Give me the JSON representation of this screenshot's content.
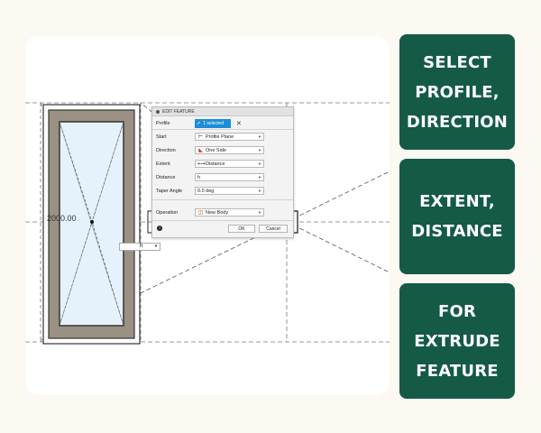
{
  "dialog": {
    "title": "EDIT FEATURE",
    "rows": [
      {
        "label": "Profile",
        "value": "1 selected",
        "icon": "cursor-icon"
      },
      {
        "label": "Start",
        "value": "Profile Plane",
        "icon": "start-plane-icon"
      },
      {
        "label": "Direction",
        "value": "One Side",
        "icon": "one-side-icon"
      },
      {
        "label": "Extent",
        "value": "Distance",
        "icon": "distance-icon"
      },
      {
        "label": "Distance",
        "value": "h"
      },
      {
        "label": "Taper Angle",
        "value": "0.0 deg"
      },
      {
        "label": "Operation",
        "value": "New Body",
        "icon": "new-body-icon"
      }
    ],
    "clear_symbol": "✕",
    "info_symbol": "i",
    "ok_label": "OK",
    "cancel_label": "Cancel"
  },
  "viewport": {
    "dimension_label": "2000.00",
    "height_field": "h"
  },
  "cards": [
    {
      "lines": [
        "SELECT",
        "PROFILE,",
        "DIRECTION"
      ]
    },
    {
      "lines": [
        "EXTENT,",
        "DISTANCE"
      ]
    },
    {
      "lines": [
        "FOR EXTRUDE",
        "FEATURE"
      ]
    }
  ],
  "colors": {
    "card_bg": "#145a47",
    "accent_blue": "#1f8dd6",
    "page_bg": "#fcf8f2",
    "frame_wood": "#9a9182",
    "glass": "#e5f2fb"
  }
}
